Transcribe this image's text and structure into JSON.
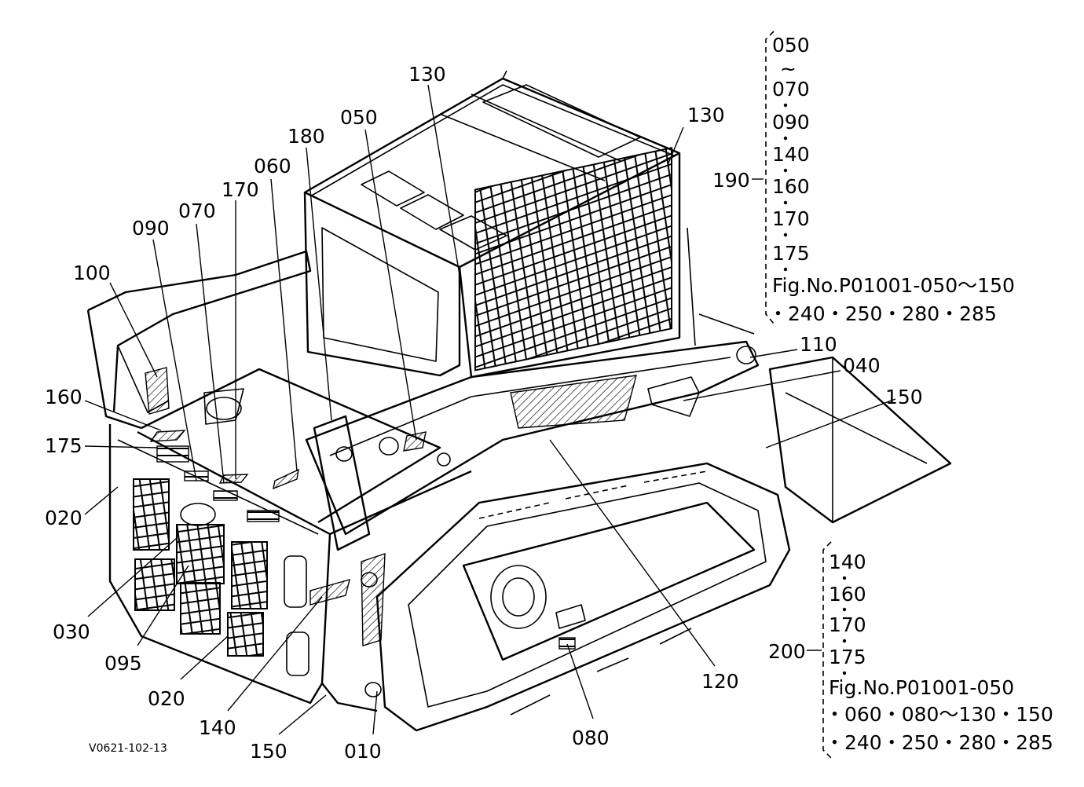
{
  "labels": {
    "l130a": "130",
    "l130b": "130",
    "l050": "050",
    "l180": "180",
    "l060": "060",
    "l170": "170",
    "l070": "070",
    "l090": "090",
    "l100": "100",
    "l160": "160",
    "l175": "175",
    "l020a": "020",
    "l030": "030",
    "l095": "095",
    "l020b": "020",
    "l140": "140",
    "l150a": "150",
    "l010": "010",
    "l080": "080",
    "l120": "120",
    "l110": "110",
    "l040": "040",
    "l150b": "150",
    "l190": "190",
    "l200": "200"
  },
  "group190": {
    "items": [
      "050",
      "~",
      "070",
      "090",
      "140",
      "160",
      "170",
      "175"
    ],
    "ref1": "Fig.No.P01001-050～150",
    "ref2": "・240・250・280・285"
  },
  "group200": {
    "items": [
      "140",
      "160",
      "170",
      "175"
    ],
    "ref1": "Fig.No.P01001-050",
    "ref2": "・060・080～130・150",
    "ref3": "・240・250・280・285"
  },
  "caption": "V0621-102-13"
}
